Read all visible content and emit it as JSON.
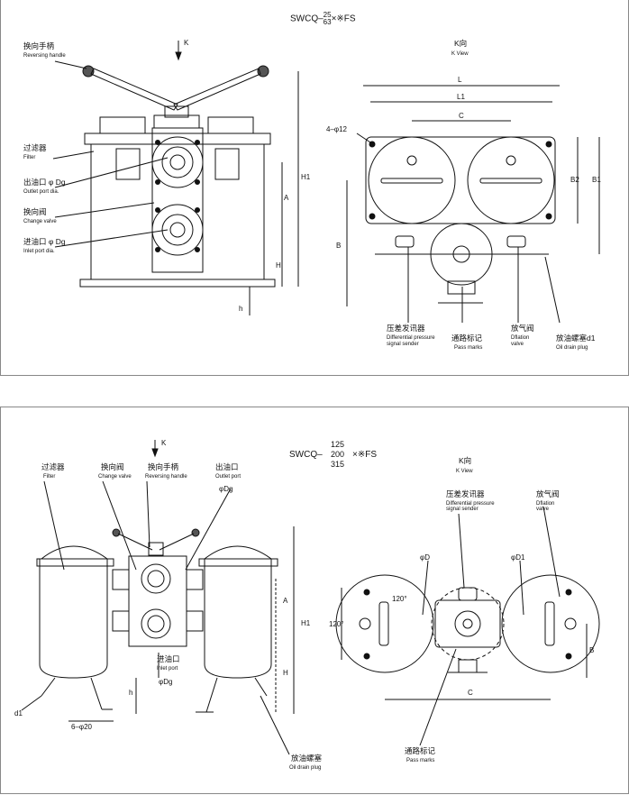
{
  "top": {
    "title_prefix": "SWCQ–",
    "frac_num": "25",
    "frac_den": "63",
    "title_suffix": "×※FS",
    "k_arrow": "K",
    "kview_cn": "K向",
    "kview_en": "K View",
    "labels": {
      "handle_cn": "换向手柄",
      "handle_en": "Reversing handle",
      "filter_cn": "过滤器",
      "filter_en": "Filter",
      "outlet_cn": "出油口 φ Dg",
      "outlet_en": "Outlet port dia.",
      "valve_cn": "换向阀",
      "valve_en": "Change valve",
      "inlet_cn": "进油口 φ Dg",
      "inlet_en": "Inlet port dia.",
      "sender_cn": "压差发讯器",
      "sender_en1": "Differential pressure",
      "sender_en2": "signal sender",
      "pass_cn": "通路标记",
      "pass_en": "Pass marks",
      "vent_cn": "放气阀",
      "vent_en1": "Dflation",
      "vent_en2": "valve",
      "drain_cn": "放油螺塞d1",
      "drain_en": "Oil drain plug"
    },
    "dims": {
      "A": "A",
      "H": "H",
      "H1": "H1",
      "h": "h",
      "L": "L",
      "L1": "L1",
      "C": "C",
      "B": "B",
      "B1": "B1",
      "B2": "B2",
      "holes": "4–φ12"
    }
  },
  "bottom": {
    "title_prefix": "SWCQ–",
    "sizes": [
      "125",
      "200",
      "315"
    ],
    "title_suffix": "×※FS",
    "k_arrow": "K",
    "kview_cn": "K向",
    "kview_en": "K View",
    "labels": {
      "filter_cn": "过滤器",
      "filter_en": "Filter",
      "valve_cn": "换向阀",
      "valve_en": "Change valve",
      "handle_cn": "换向手柄",
      "handle_en": "Reversing handle",
      "outlet_cn": "出油口",
      "outlet_en": "Outlet port",
      "outlet_dim": "φDg",
      "inlet_cn": "进油口",
      "inlet_en": "Inlet port",
      "inlet_dim": "φDg",
      "d1": "d1",
      "holes": "6–φ20",
      "drain_cn": "放油螺塞",
      "drain_en": "Oil drain plug",
      "sender_cn": "压差发讯器",
      "sender_en1": "Differential pressure",
      "sender_en2": "signal sender",
      "vent_cn": "放气阀",
      "vent_en1": "Dflation",
      "vent_en2": "valve",
      "pass_cn": "通路标记",
      "pass_en": "Pass marks",
      "phiD": "φD",
      "phiD1": "φD1"
    },
    "dims": {
      "A": "A",
      "H": "H",
      "H1": "H1",
      "h": "h",
      "B": "B",
      "C": "C",
      "ang120a": "120°",
      "ang120b": "120°"
    }
  }
}
